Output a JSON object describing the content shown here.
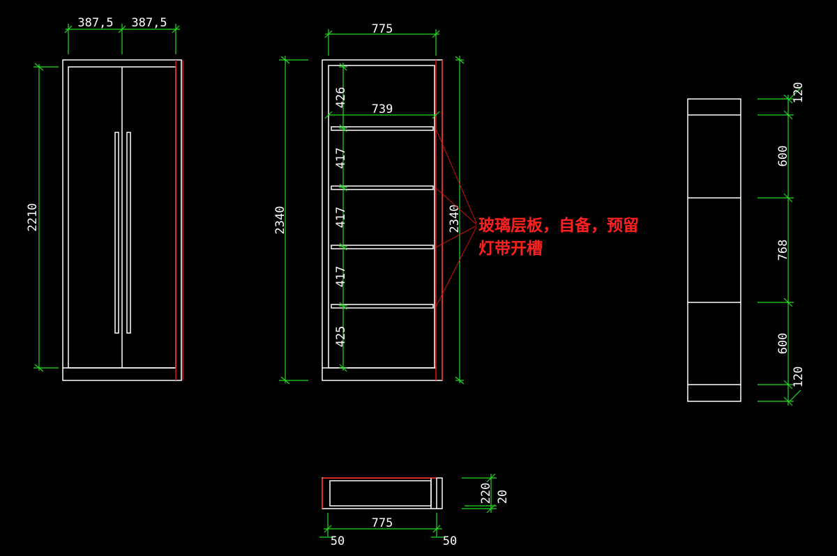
{
  "front_view": {
    "width_left": "387,5",
    "width_right": "387,5",
    "height": "2210"
  },
  "section_view": {
    "overall_width": "775",
    "inner_width": "739",
    "overall_height": "2340",
    "height_right": "2340",
    "spacings": [
      "426",
      "417",
      "417",
      "417",
      "425"
    ]
  },
  "note": {
    "line1": "玻璃层板，自备，预留",
    "line2": "灯带开槽"
  },
  "side_view": {
    "segments": [
      "120",
      "600",
      "768",
      "600",
      "120"
    ]
  },
  "plan_view": {
    "width": "775",
    "depth": "220",
    "thickness": "20",
    "left_offset": "50",
    "right_offset": "50"
  },
  "colors": {
    "background": "#000000",
    "outline": "#ffffff",
    "dimension": "#22dd22",
    "annotation": "#ff2020"
  }
}
